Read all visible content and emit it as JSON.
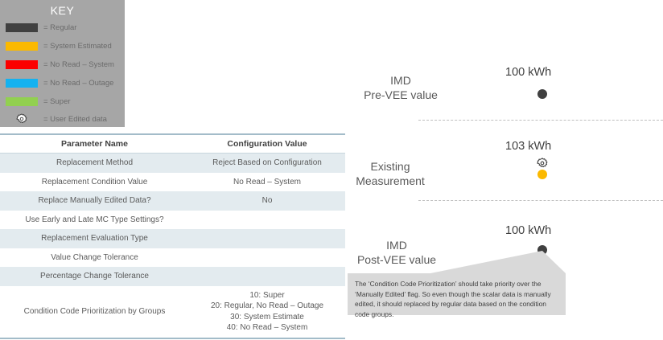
{
  "key": {
    "title": "KEY",
    "items": [
      {
        "icon": "color-swatch",
        "color": "#404040",
        "label": "= Regular"
      },
      {
        "icon": "color-swatch",
        "color": "#fbb900",
        "label": "= System Estimated"
      },
      {
        "icon": "color-swatch",
        "color": "#fc0000",
        "label": "= No Read – System"
      },
      {
        "icon": "color-swatch",
        "color": "#14b2f0",
        "label": "= No Read – Outage"
      },
      {
        "icon": "color-swatch",
        "color": "#92d050",
        "label": "= Super"
      },
      {
        "icon": "gear-icon",
        "color": "#ffffff",
        "label": "= User Edited data"
      }
    ]
  },
  "table": {
    "headers": [
      "Parameter Name",
      "Configuration Value"
    ],
    "rows": [
      {
        "parameter": "Replacement Method",
        "value": "Reject Based on Configuration"
      },
      {
        "parameter": "Replacement Condition Value",
        "value": "No Read – System"
      },
      {
        "parameter": "Replace Manually Edited Data?",
        "value": "No"
      },
      {
        "parameter": "Use Early and Late MC Type Settings?",
        "value": ""
      },
      {
        "parameter": "Replacement Evaluation Type",
        "value": ""
      },
      {
        "parameter": "Value Change Tolerance",
        "value": ""
      },
      {
        "parameter": "Percentage Change Tolerance",
        "value": ""
      },
      {
        "parameter": "Condition Code Prioritization by Groups",
        "value": "10: Super\n20: Regular, No Read – Outage\n30: System Estimate\n40: No Read – System"
      }
    ]
  },
  "diagram": {
    "stages": [
      {
        "label": "IMD\nPre-VEE value",
        "value": "100 kWh",
        "dot_type": "Regular",
        "dot_color": "#404040",
        "user_edited": false
      },
      {
        "label": "Existing\nMeasurement",
        "value": "103 kWh",
        "dot_type": "System Estimated",
        "dot_color": "#fbb900",
        "user_edited": true
      },
      {
        "label": "IMD\nPost-VEE value",
        "value": "100 kWh",
        "dot_type": "Regular",
        "dot_color": "#404040",
        "user_edited": false
      }
    ],
    "callout": "The ‘Condition Code Prioritization’ should take priority over the ‘Manually Edited’ flag.  So even though the scalar data is manually edited, it should replaced by regular data based on the condition code groups."
  }
}
